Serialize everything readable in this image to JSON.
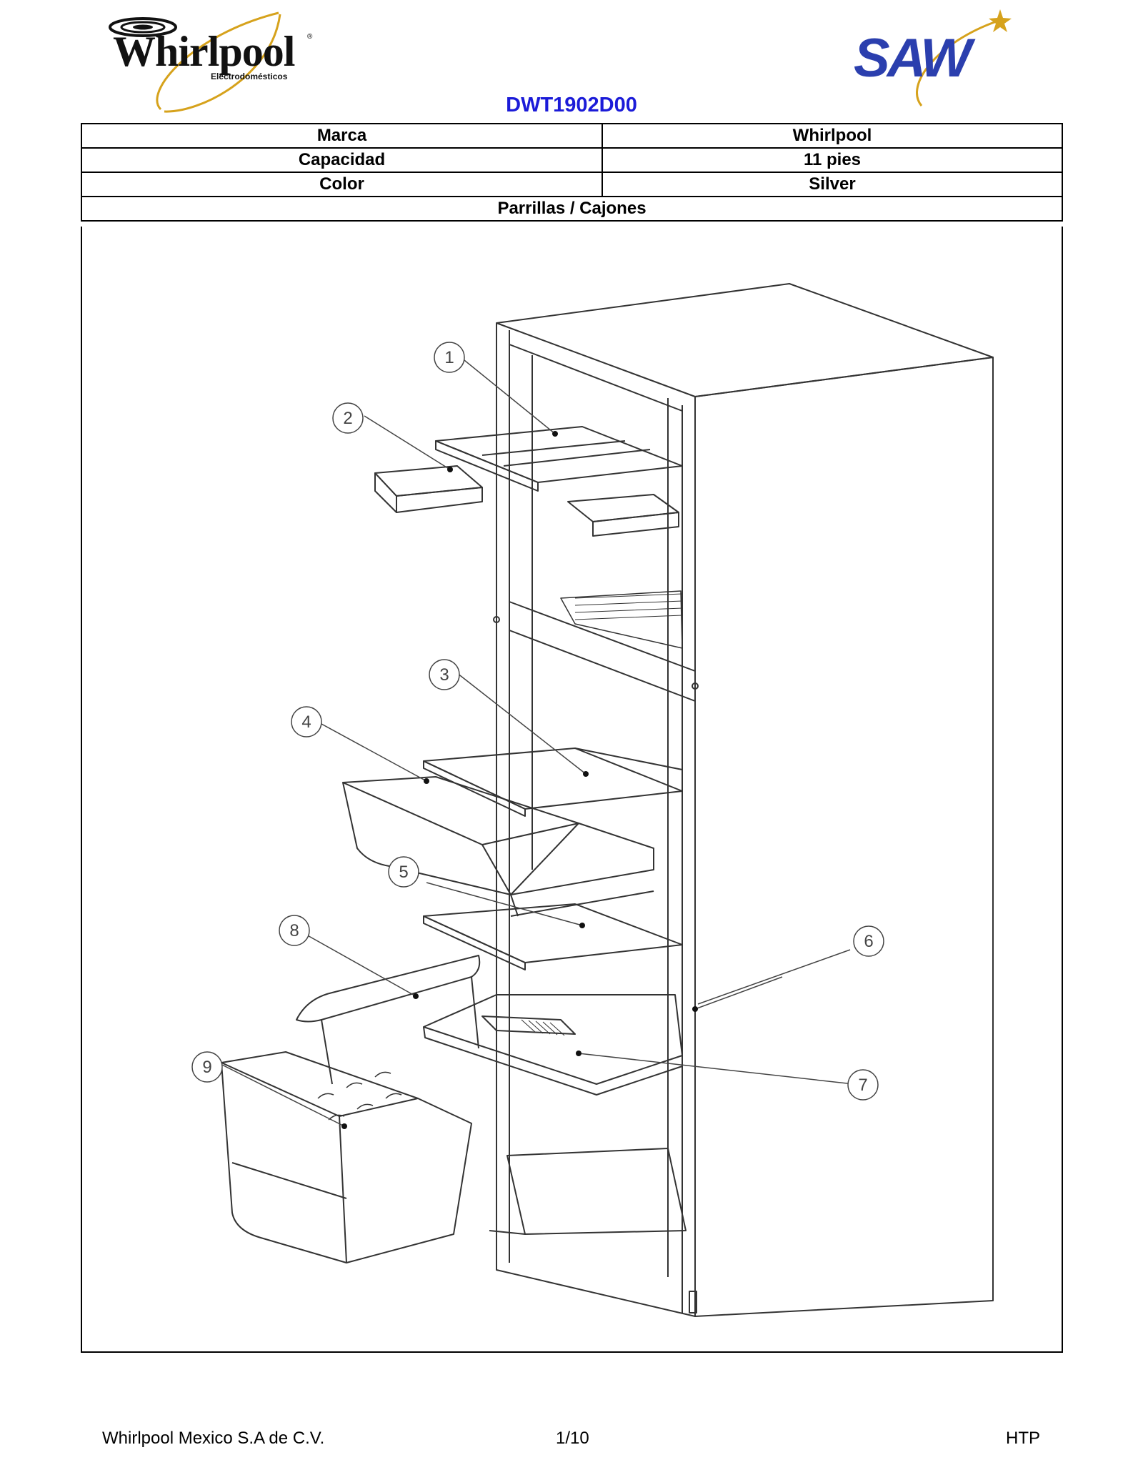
{
  "header": {
    "brand_logo_word": "Whirlpool",
    "brand_logo_sub": "Electrodomésticos",
    "brand_logo_reg": "®",
    "partner_logo_word": "SAW",
    "model": "DWT1902D00"
  },
  "spec_table": {
    "rows": [
      {
        "label": "Marca",
        "value": "Whirlpool"
      },
      {
        "label": "Capacidad",
        "value": "11 pies"
      },
      {
        "label": "Color",
        "value": "Silver"
      }
    ],
    "section_title": "Parrillas / Cajones"
  },
  "diagram": {
    "callouts": [
      "1",
      "2",
      "3",
      "4",
      "5",
      "6",
      "7",
      "8",
      "9"
    ]
  },
  "footer": {
    "company": "Whirlpool Mexico S.A de C.V.",
    "page": "1/10",
    "code": "HTP"
  },
  "colors": {
    "model_text": "#1b1bd8",
    "saw_blue": "#2b3fae",
    "swoosh_gold": "#d6a21c"
  }
}
